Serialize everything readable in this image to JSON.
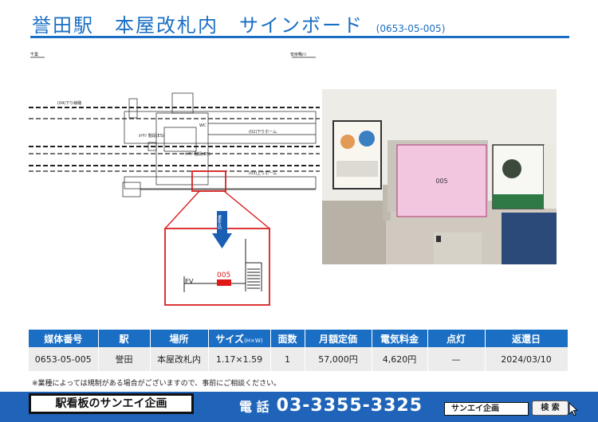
{
  "header": {
    "title": "誉田駅　本屋改札内　サインボード",
    "code": "(0653-05-005)",
    "accent_color": "#1a6fc4"
  },
  "map": {
    "dir_left": "千葉",
    "dir_right": "安房鴨川",
    "platform_down": "(04)下り線路",
    "platform_down_home": "(02)下りホーム",
    "platform_up_home": "(03)上りホーム",
    "wc_label": "WC",
    "stair_label_1": "ｶｲｻﾂ 階段(ES)",
    "stair_label_2": "ｶｲｻﾂ 階段(ES)",
    "shoot_dir": "撮影方向",
    "ev": "EV",
    "board_id": "005"
  },
  "photo": {
    "board_id": "005",
    "board_color": "#f4c2de"
  },
  "table": {
    "headers": [
      "媒体番号",
      "駅",
      "場所",
      "サイズ",
      "面数",
      "月額定価",
      "電気料金",
      "点灯",
      "返還日"
    ],
    "size_sub": "(H×W)",
    "row": [
      "0653-05-005",
      "誉田",
      "本屋改札内",
      "1.17×1.59",
      "1",
      "57,000円",
      "4,620円",
      "—",
      "2024/03/10"
    ]
  },
  "note": "※業種によっては規制がある場合がございますので、事前にご相談ください。",
  "footer": {
    "brand": "駅看板のサンエイ企画",
    "phone_label": "電 話",
    "phone": "03-3355-3325",
    "search_text": "サンエイ企画",
    "search_button": "検 索"
  }
}
